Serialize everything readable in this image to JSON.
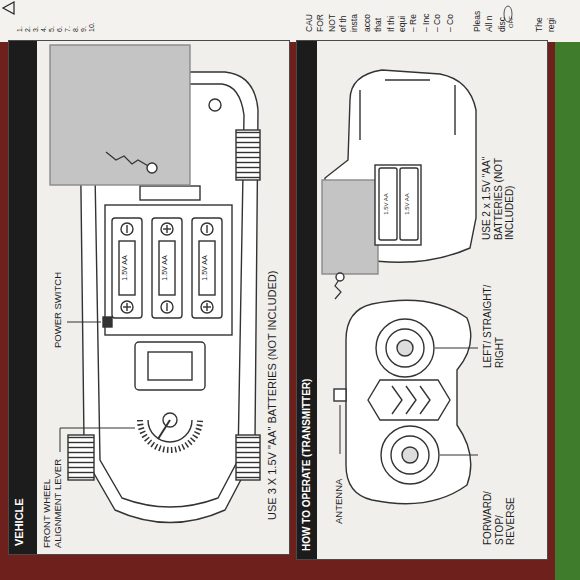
{
  "diagram": {
    "nodes": [
      {
        "text": [
          "VEHICLE"
        ]
      },
      {
        "text": [
          "HOW TO OPERATE (TRANSMITTER)"
        ]
      }
    ],
    "labels": [
      "FRONT WHEEL ALIGNMENT LEVER",
      "POWER SWITCH",
      "1.5V AA",
      "1.5V AA",
      "1.5V AA",
      "USE 3 X 1.5V \"AA\" BATTERIES (NOT INCLUDED)",
      "ANTENNA",
      "FORWARD/ STOP/ REVERSE",
      "LEFT/ STRAIGHT/ RIGHT",
      "USE 2 x 1.5V \"AA\" BATTERIES (NOT INCLUDED)",
      "1.5V AA",
      "1.5V AA",
      "1.",
      "2.",
      "3.",
      "4.",
      "5.",
      "6.",
      "7.",
      "8.",
      "9.",
      "10.",
      "CAU",
      "FOR",
      "NOT",
      "of th",
      "insta",
      "acco",
      "that",
      "If thi",
      "equi",
      "– Re",
      "– Inc",
      "– Co",
      "– Co",
      "Pleas",
      "All n",
      "disc",
      "OFF",
      "The",
      "regi"
    ]
  }
}
